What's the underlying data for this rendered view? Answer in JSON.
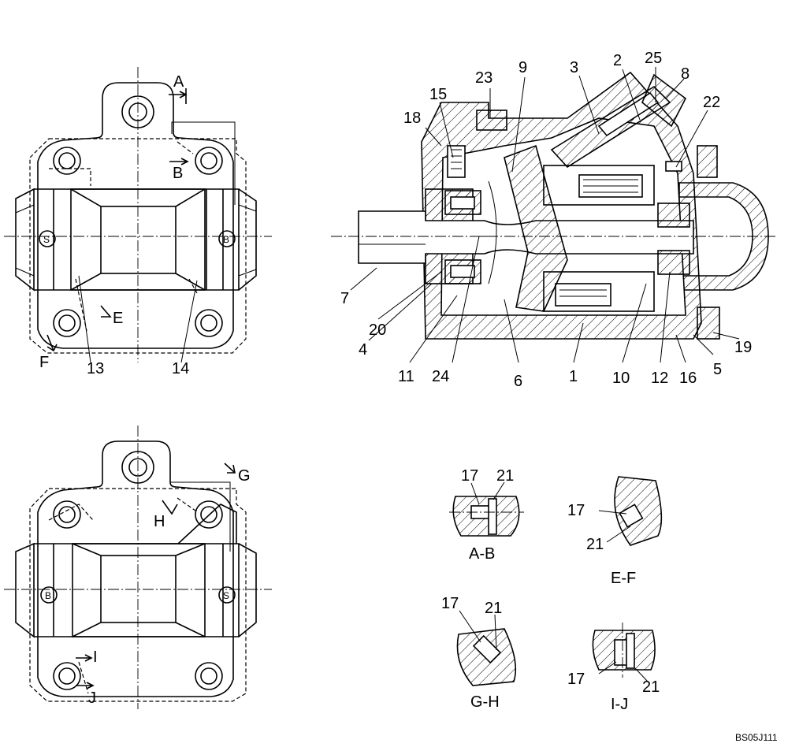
{
  "callouts": {
    "c1": "1",
    "c2": "2",
    "c3": "3",
    "c4": "4",
    "c5": "5",
    "c6": "6",
    "c7": "7",
    "c8": "8",
    "c9": "9",
    "c10": "10",
    "c11": "11",
    "c12": "12",
    "c13": "13",
    "c14": "14",
    "c15": "15",
    "c16": "16",
    "c17": "17",
    "c18": "18",
    "c19": "19",
    "c20": "20",
    "c21": "21",
    "c22": "22",
    "c23": "23",
    "c24": "24",
    "c25": "25"
  },
  "section_markers": {
    "a": "A",
    "b": "B",
    "e": "E",
    "f": "F",
    "g": "G",
    "h": "H",
    "i": "I",
    "j": "J"
  },
  "section_views": {
    "ab": "A-B",
    "ef": "E-F",
    "gh": "G-H",
    "ij": "I-J"
  },
  "port_marks": {
    "s": "S",
    "b": "B"
  },
  "reference_code": "BS05J111"
}
